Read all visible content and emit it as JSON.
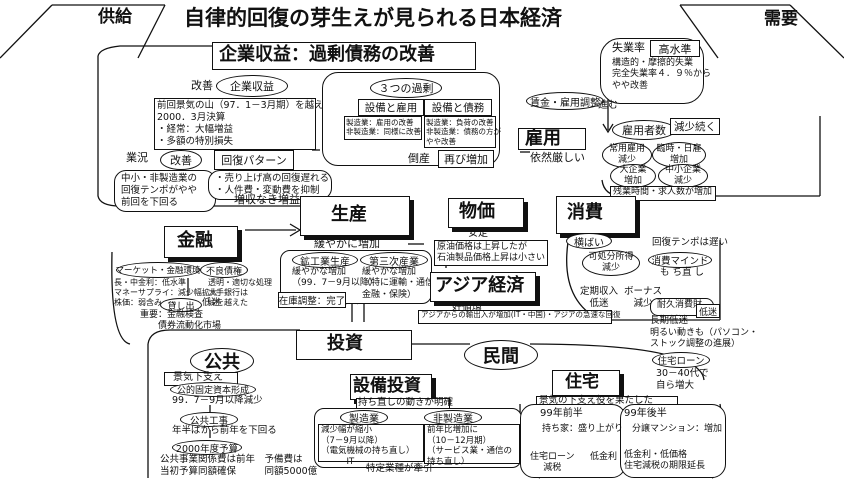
{
  "header": {
    "title": "自律的回復の芽生えが見られる日本経済",
    "left_label": "供給",
    "right_label": "需要"
  },
  "kigyo": {
    "title": "企業収益：過剰債務の改善",
    "kaizen": "改善",
    "shueki": "企業収益",
    "peak_note": "前回景気の山（97．1－3月期）を越えた\n2000．3月決算\n・経常：大幅増益\n・多額の特別損失",
    "gyokyo": "業況",
    "kaizen2": "改善",
    "kaifuku_pattern": "回復パターン",
    "chusho_note": "中小・非製造業の\n回復テンポがやや\n前回を下回る",
    "uriage_note": "・売り上げ高の回復遅れる\n・人件費・変動費を抑制",
    "zoushu": "増収なき増益"
  },
  "kajo": {
    "title": "３つの過剰",
    "setsubi_koyo": "設備と雇用",
    "setsubi_saimu": "設備と債務",
    "note_left": "製造業：雇用の改善\n非製造業：同様に改善",
    "note_right": "製造業：負荷の改善\n非製造業：債務の方が\nやや改善",
    "tosan": "倒産",
    "futatabi": "再び増加"
  },
  "koyo": {
    "title": "雇用",
    "status": "依然厳しい",
    "chingin": "賃金・雇用調整",
    "susumu": "進む",
    "shitsugyo": "失業率",
    "kosuijun": "高水準",
    "shitsugyo_note": "構造的・摩擦的失業\n完全失業率４．９％から\nやや改善",
    "koyosha": "雇用者数",
    "genshou": "減少続く",
    "joyou": "常用雇用\n減少",
    "rinji": "臨時・日雇\n増加",
    "daikigyo": "大企業\n増加",
    "chusho": "中小企業\n減少",
    "zangyo": "残業時間・求人数が増加"
  },
  "seisan": {
    "title": "生産",
    "yuruyaka": "緩やかに増加",
    "kokogyo": "鉱工業生産",
    "daisanji": "第三次産業",
    "kokogyo_note": "緩やかな増加\n（99．7－9月以降）",
    "daisanji_note": "緩やかな増加\n（特に運輸・通信\n金融・保険）",
    "zaiko": "在庫調整：完了"
  },
  "bukka": {
    "title": "物価",
    "antei": "安定",
    "note": "原油価格は上昇したが\n石油製品価格上昇は小さい"
  },
  "shohi": {
    "title": "消費",
    "yokobai": "横ばい",
    "kaifuku_tempo": "回復テンポは遅い",
    "kashobun": "可処分所得\n減少",
    "mind": "消費マインド",
    "mochinaoshi": "も ち直 し",
    "teiki": "定期収入\n低迷",
    "bonus": "ボーナス\n減少",
    "taikyu": "耐久消費財",
    "tokyo": "長期低迷",
    "teimei": "低迷",
    "akarui": "明るい動きも（パソコン・\nストック調整の進展）"
  },
  "asia": {
    "title": "アジア経済",
    "kochokan": "好循環",
    "note": "アジアからの輸出入が増加(IT・中国)・アジアの急速な回復"
  },
  "kinyu": {
    "title": "金融",
    "market": "マーケット・金融環境",
    "furyo": "不良債権",
    "market_note": "長・中金利：低水準\nマネーサプライ：減少幅拡大\n株価：弱含み",
    "furyo_note": "透明・適切な処理\n大手銀行は\n峠を越えた",
    "kashidashi": "貸し出",
    "teimei": "低迷",
    "juyo": "重要：金融検査\n　　債券流動化市場"
  },
  "toshi": {
    "title": "投資",
    "kokyo": "公共",
    "minkan": "民間",
    "keiki_sasae": "景気下支え",
    "kotei": "公的固定資本形成",
    "kotei_note": "99．7－9月以降減少",
    "kokyo_koji": "公共工事",
    "koji_note": "年半ばから前年を下回る",
    "yosan": "2000年度予算",
    "yosan_note": "公共事業関係費は前年　予備費は\n当初予算同額確保　　　同額5000億",
    "setsubi": "設備投資",
    "mochinaoshi": "持ち直しの動きが明確",
    "seizogyo": "製造業",
    "hiseizogyo": "非製造業",
    "seizo_note": "減少幅が縮小\n（7－9月以降）\n（電気機械の持ち直し）\n　　　IT",
    "hiseizo_note": "前年比増加に\n（10－12月期）\n（サービス業・通信の\n持ち直し）",
    "tokutei": "特定業種が牽引",
    "jutaku": "住宅",
    "jutaku_sasae": "景気の下支え役を果たした",
    "y99_1": "99年前半",
    "y99_2": "99年後半",
    "mochiie": "持ち家：盛り上がり",
    "bunjo": "分譲マンション：増加",
    "loan_genzei": "住宅ローン\n減税",
    "teikinri": "低金利",
    "teikinri_loan": "低金利・低価格\n住宅減税の期限延長",
    "jutaku_loan": "住宅ローン",
    "sedai": "30－40代で\n自ら増大",
    "sedai_head": "30－40代"
  }
}
